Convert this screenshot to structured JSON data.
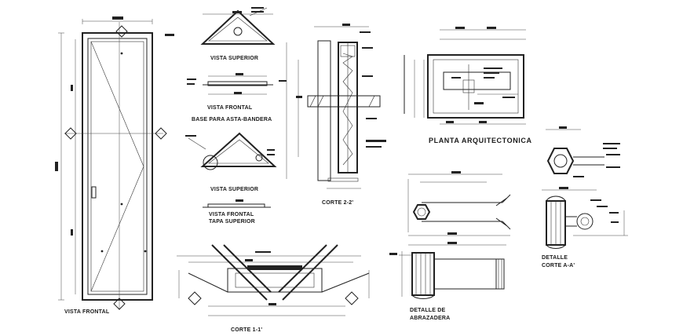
{
  "labels": {
    "vista_frontal_puerta": "VISTA FRONTAL",
    "vista_superior_1": "VISTA SUPERIOR",
    "vista_frontal_base": "VISTA FRONTAL",
    "base_para_asta": "BASE PARA ASTA-BANDERA",
    "vista_superior_2": "VISTA SUPERIOR",
    "vista_frontal_tapa": "VISTA FRONTAL",
    "tapa_superior": "TAPA SUPERIOR",
    "corte_2_2": "CORTE 2-2'",
    "corte_1_1": "CORTE 1-1'",
    "planta_arquitectonica": "PLANTA ARQUITECTONICA",
    "detalle_abrazadera_1": "DETALLE DE",
    "detalle_abrazadera_2": "ABRAZADERA",
    "detalle_corte_1": "DETALLE",
    "detalle_corte_2": "CORTE A-A'"
  },
  "colors": {
    "line": "#222222",
    "background": "#ffffff"
  }
}
